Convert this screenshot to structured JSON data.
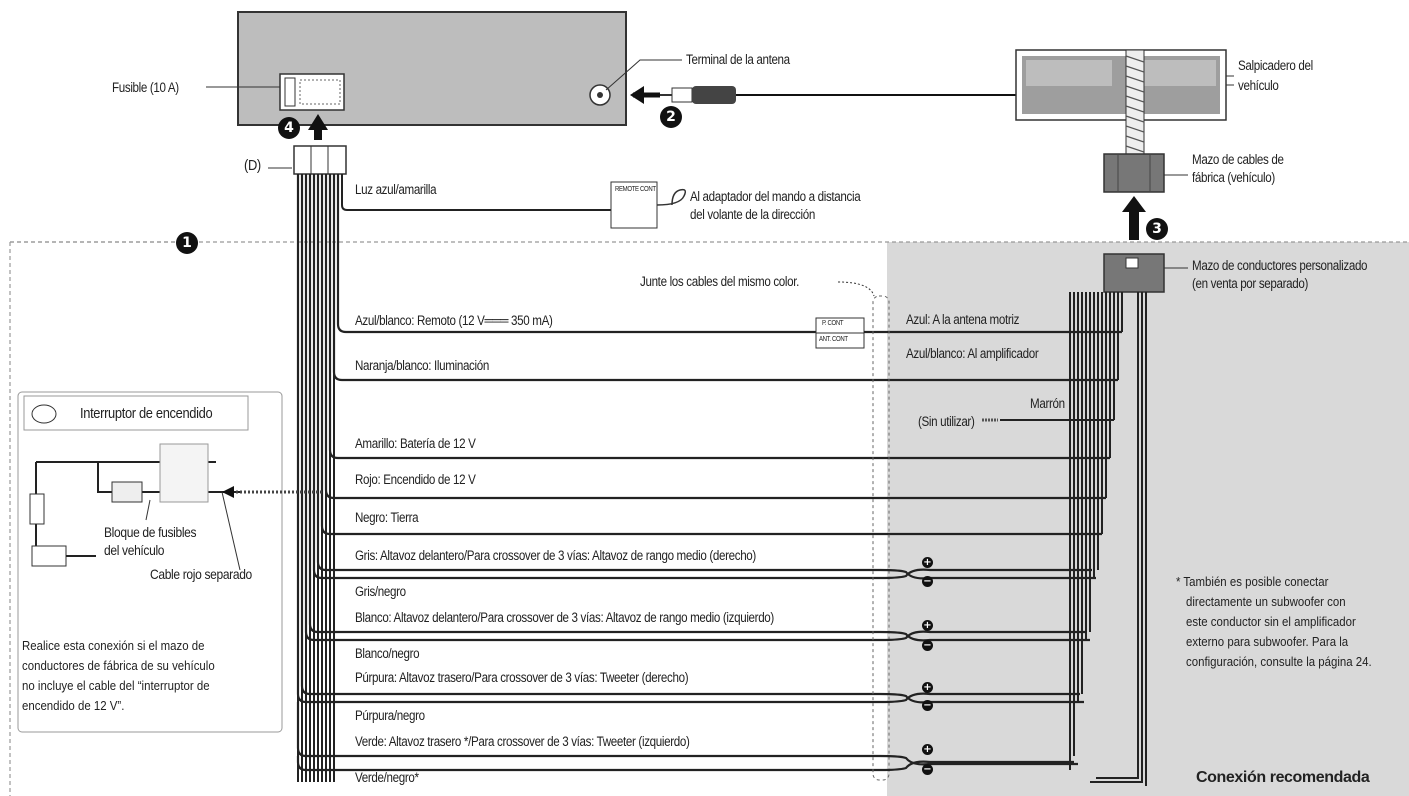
{
  "labels": {
    "fuse": "Fusible (10 A)",
    "antenna_terminal": "Terminal de la antena",
    "dashboard": "Salpicadero del vehículo",
    "dashboard_l1": "Salpicadero del",
    "dashboard_l2": "vehículo",
    "factory_harness_l1": "Mazo de cables de",
    "factory_harness_l2": "fábrica (vehículo)",
    "custom_harness_l1": "Mazo de conductores personalizado",
    "custom_harness_l2": "(en venta por separado)",
    "d_label": "(D)",
    "steering_adapter_l1": "Al adaptador del mando a distancia",
    "steering_adapter_l2": "del volante de la dirección",
    "join_same_color": "Junte los cables del mismo color.",
    "recommended": "Conexión recomendada",
    "remote_tag_l1": "REMOTE CONT",
    "p_cont": "P. CONT",
    "ant_cont": "ANT. CONT"
  },
  "badges": {
    "one": "1",
    "two": "2",
    "three": "3",
    "four": "4"
  },
  "wires": [
    {
      "label": "Luz azul/amarilla"
    },
    {
      "label": "Azul/blanco: Remoto (12 V═══ 350 mA)"
    },
    {
      "label": "Naranja/blanco: Iluminación"
    },
    {
      "label": "Amarillo: Batería de 12 V"
    },
    {
      "label": "Rojo: Encendido de 12 V"
    },
    {
      "label": "Negro: Tierra"
    },
    {
      "label": "Gris: Altavoz delantero/Para crossover de 3 vías: Altavoz de rango medio (derecho)"
    },
    {
      "label": "Gris/negro"
    },
    {
      "label": "Blanco: Altavoz delantero/Para crossover de 3 vías: Altavoz de rango medio (izquierdo)"
    },
    {
      "label": "Blanco/negro"
    },
    {
      "label": "Púrpura: Altavoz trasero/Para crossover de 3 vías: Tweeter (derecho)"
    },
    {
      "label": "Púrpura/negro"
    },
    {
      "label": "Verde: Altavoz trasero */Para crossover de 3 vías: Tweeter (izquierdo)"
    },
    {
      "label": "Verde/negro*"
    }
  ],
  "right_wires": {
    "blue": "Azul: A la antena motriz",
    "blue_white": "Azul/blanco: Al amplificador",
    "brown": "Marrón",
    "unused": "(Sin utilizar)"
  },
  "inset": {
    "ignition_switch": "Interruptor de encendido",
    "fuse_block_l1": "Bloque de fusibles",
    "fuse_block_l2": "del vehículo",
    "red_cable": "Cable rojo separado",
    "note_l1": "Realice esta conexión si el mazo de",
    "note_l2": "conductores de fábrica de su vehículo",
    "note_l3": "no incluye el cable del “interruptor de",
    "note_l4": "encendido de 12 V”."
  },
  "footnote": {
    "l1": "* También es posible conectar",
    "l2": "directamente un subwoofer con",
    "l3": "este conductor sin el amplificador",
    "l4": "externo para subwoofer. Para la",
    "l5": "configuración, consulte la página 24."
  }
}
